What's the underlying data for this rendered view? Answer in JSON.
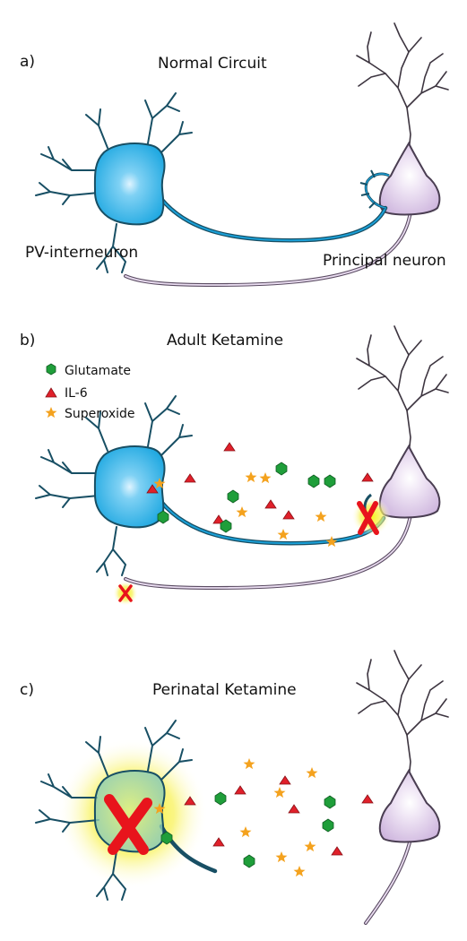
{
  "panels": [
    {
      "label": "a)",
      "title": "Normal Circuit"
    },
    {
      "label": "b)",
      "title": "Adult Ketamine"
    },
    {
      "label": "c)",
      "title": "Perinatal Ketamine"
    }
  ],
  "cells": {
    "pv": "PV-interneuron",
    "principal": "Principal neuron"
  },
  "legend": {
    "glutamate": "Glutamate",
    "il6": "IL-6",
    "superoxide": "Superoxide"
  },
  "colors": {
    "pv_cell": "#1aa6e0",
    "pv_outline": "#184f64",
    "principal_cell": "#d9c7e6",
    "glutamate": "#1f9e3a",
    "il6": "#e0202a",
    "superoxide": "#f4a21e",
    "damage_x": "#e8141c",
    "damage_glow": "#f6f21a"
  }
}
